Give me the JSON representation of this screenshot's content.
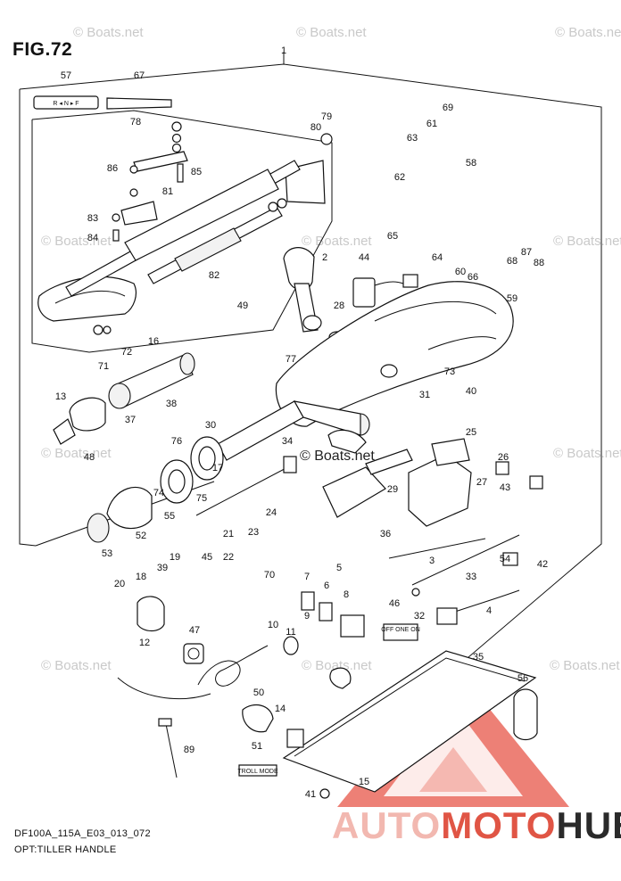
{
  "figure": {
    "title": "FIG.72",
    "watermark": "© Boats.net",
    "code": "DF100A_115A_E03_013_072",
    "name": "OPT:TILLER HANDLE"
  },
  "brand": {
    "part1": "AUTO",
    "part2": "MOTO",
    "part3": "HUB",
    "colors": [
      "#f2b8b0",
      "#e05545",
      "#2a2a2a"
    ]
  },
  "plates": {
    "shift": "R ◂ N ▸ F",
    "troll": "TROLL MODE",
    "switch": "OFF ONE ON"
  },
  "callouts": [
    "1",
    "2",
    "3",
    "4",
    "5",
    "6",
    "7",
    "8",
    "9",
    "10",
    "11",
    "12",
    "13",
    "14",
    "15",
    "16",
    "17",
    "18",
    "19",
    "20",
    "21",
    "22",
    "23",
    "24",
    "25",
    "26",
    "27",
    "28",
    "29",
    "30",
    "31",
    "32",
    "33",
    "34",
    "35",
    "36",
    "37",
    "38",
    "39",
    "40",
    "41",
    "42",
    "43",
    "44",
    "45",
    "46",
    "47",
    "48",
    "49",
    "50",
    "51",
    "52",
    "53",
    "54",
    "55",
    "56",
    "57",
    "58",
    "59",
    "60",
    "61",
    "62",
    "63",
    "64",
    "65",
    "66",
    "67",
    "68",
    "69",
    "70",
    "71",
    "72",
    "73",
    "74",
    "75",
    "76",
    "77",
    "78",
    "79",
    "80",
    "81",
    "82",
    "83",
    "84",
    "85",
    "86",
    "87",
    "88",
    "89"
  ]
}
